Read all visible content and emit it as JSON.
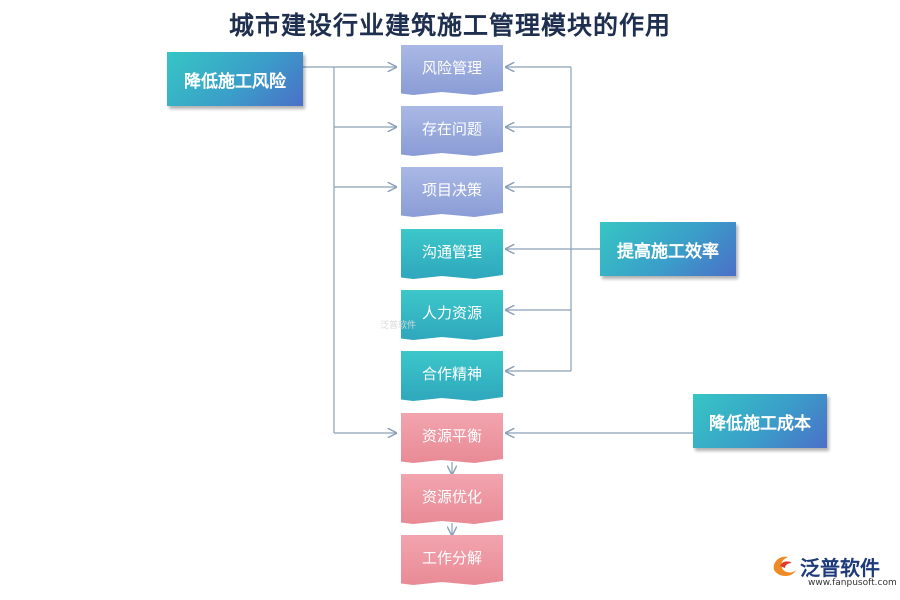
{
  "title": "城市建设行业建筑施工管理模块的作用",
  "sources": {
    "risk": "降低施工风险",
    "efficiency": "提高施工效率",
    "cost": "降低施工成本"
  },
  "modules": [
    {
      "label": "风险管理",
      "color": "blue"
    },
    {
      "label": "存在问题",
      "color": "blue"
    },
    {
      "label": "项目决策",
      "color": "blue"
    },
    {
      "label": "沟通管理",
      "color": "teal"
    },
    {
      "label": "人力资源",
      "color": "teal"
    },
    {
      "label": "合作精神",
      "color": "teal"
    },
    {
      "label": "资源平衡",
      "color": "pink"
    },
    {
      "label": "资源优化",
      "color": "pink"
    },
    {
      "label": "工作分解",
      "color": "pink"
    }
  ],
  "logo": {
    "name": "泛普软件",
    "url": "www.fanpusoft.com"
  },
  "watermark": "泛普软件",
  "colors": {
    "blue": "#8a9cd6",
    "teal": "#2fa7bd",
    "pink": "#e88a96",
    "line": "#8aa0b8",
    "title": "#1f2f4f"
  }
}
